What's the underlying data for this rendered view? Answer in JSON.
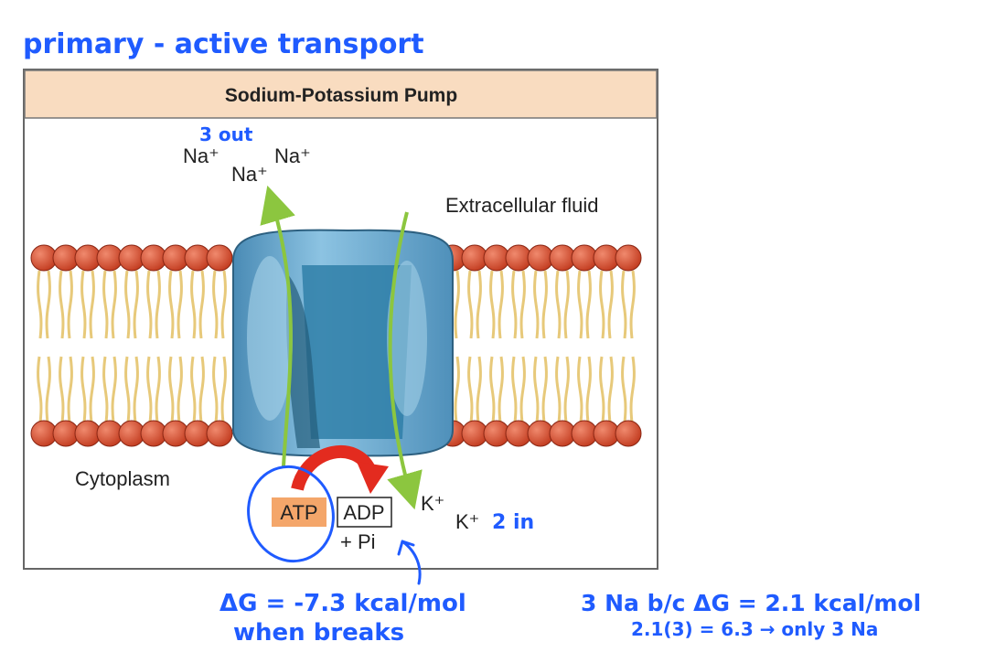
{
  "handwritten": {
    "title": "primary - active transport",
    "three_out": "3 out",
    "two_in": "2 in",
    "delta_g": "ΔG = -7.3 kcal/mol",
    "when_breaks": "when breaks",
    "three_na_note": "3 Na b/c ΔG = 2.1 kcal/mol",
    "calc": "2.1(3) = 6.3 → only 3 Na"
  },
  "diagram": {
    "title": "Sodium-Potassium Pump",
    "na_1": "Na⁺",
    "na_2": "Na⁺",
    "na_3": "Na⁺",
    "extracellular": "Extracellular fluid",
    "cytoplasm": "Cytoplasm",
    "atp": "ATP",
    "adp": "ADP",
    "pi": "+ Pi",
    "k_1": "K⁺",
    "k_2": "K⁺"
  },
  "colors": {
    "header_fill": "#f9dcc0",
    "lipid_head": "#d84b2f",
    "lipid_tail": "#e7c97a",
    "protein": "#5b9ec4",
    "arrow_green": "#8cc63f",
    "arrow_red": "#e32b1f",
    "atp_fill": "#f4a66a",
    "handwriting": "#1f5bff"
  }
}
